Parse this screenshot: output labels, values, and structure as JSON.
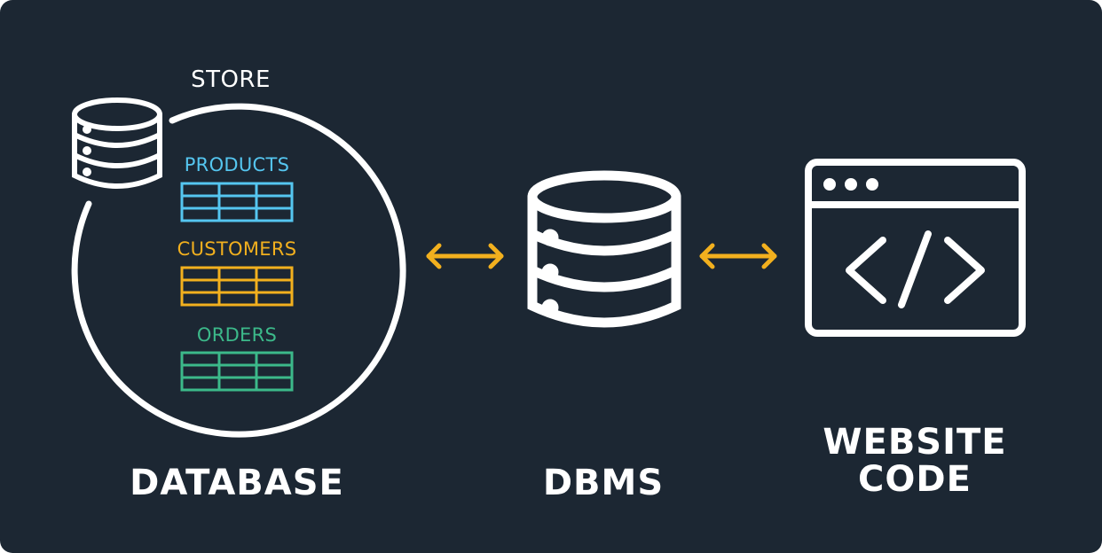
{
  "colors": {
    "background": "#1c2733",
    "stroke": "#ffffff",
    "arrow": "#f2b01e",
    "products": "#55c6f0",
    "customers": "#f2b01e",
    "orders": "#3cb98a"
  },
  "database": {
    "store_label": "STORE",
    "title": "DATABASE",
    "icon": "database-icon",
    "tables": [
      {
        "name": "PRODUCTS"
      },
      {
        "name": "CUSTOMERS"
      },
      {
        "name": "ORDERS"
      }
    ]
  },
  "dbms": {
    "title": "DBMS",
    "icon": "database-icon"
  },
  "website": {
    "title_line1": "WEBSITE",
    "title_line2": "CODE",
    "icon": "code-window-icon"
  },
  "arrows": [
    "bidirectional-arrow-icon",
    "bidirectional-arrow-icon"
  ]
}
